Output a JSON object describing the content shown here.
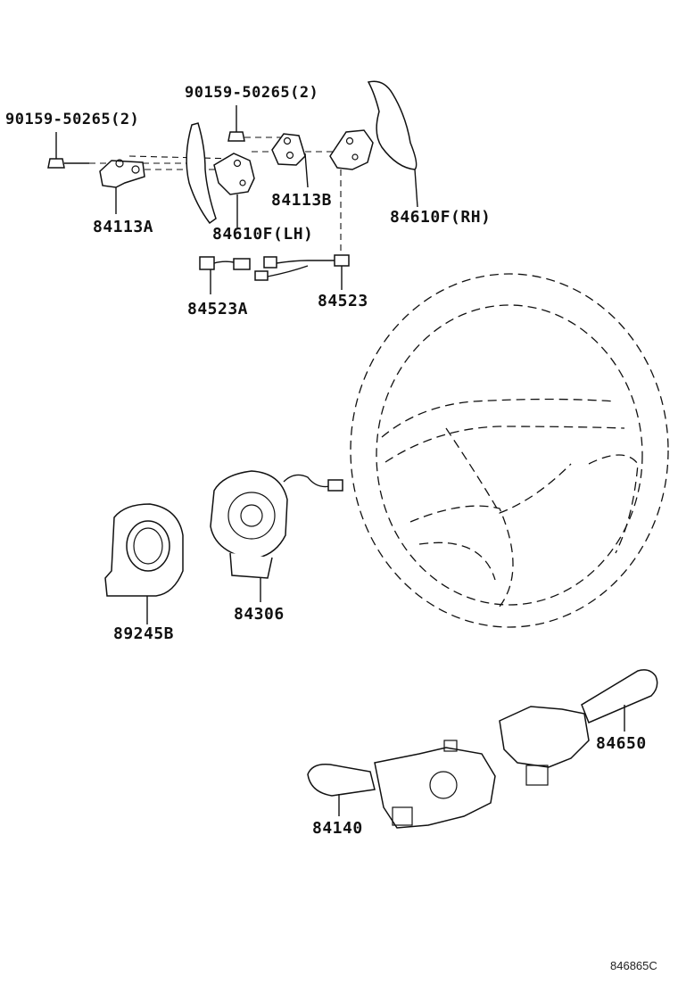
{
  "labels": {
    "bolt_left": "90159-50265(2)",
    "bolt_right": "90159-50265(2)",
    "bracket_a": "84113A",
    "bracket_b": "84113B",
    "paddle_lh": "84610F(LH)",
    "paddle_rh": "84610F(RH)",
    "wire_a": "84523A",
    "wire": "84523",
    "sensor": "89245B",
    "spiral_cable": "84306",
    "turn_switch": "84140",
    "wiper_switch": "84650"
  },
  "diagram_code": "846865C"
}
